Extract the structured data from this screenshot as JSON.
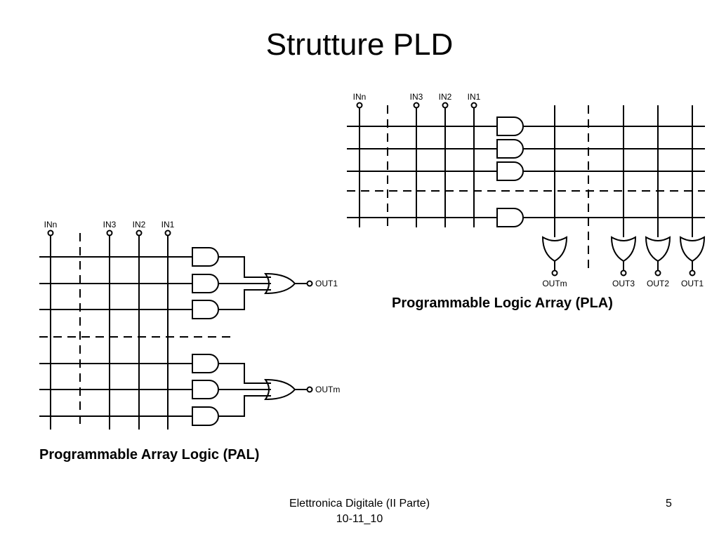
{
  "slide": {
    "title": "Strutture PLD",
    "page_number": "5"
  },
  "footer": {
    "line1": "Elettronica Digitale (II Parte)",
    "line2": "10-11_10"
  },
  "pla": {
    "caption": "Programmable Logic Array (PLA)",
    "inputs": [
      "INn",
      "IN3",
      "IN2",
      "IN1"
    ],
    "outputs": [
      "OUTm",
      "OUT3",
      "OUT2",
      "OUT1"
    ]
  },
  "pal": {
    "caption": "Programmable Array Logic (PAL)",
    "inputs": [
      "INn",
      "IN3",
      "IN2",
      "IN1"
    ],
    "outputs": [
      "OUT1",
      "OUTm"
    ]
  },
  "colors": {
    "ink": "#000000",
    "background": "#ffffff"
  }
}
